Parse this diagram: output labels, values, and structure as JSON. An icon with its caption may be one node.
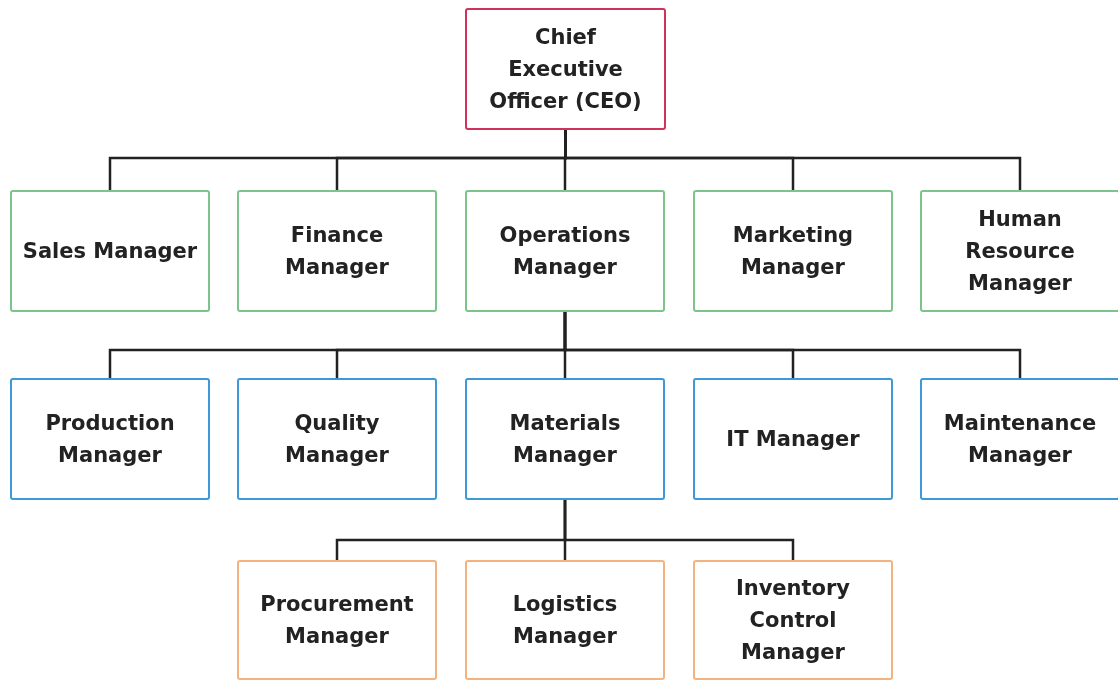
{
  "diagram": {
    "nodes": [
      {
        "text": [
          "Chief Executive Officer (CEO)"
        ]
      },
      {
        "text": [
          "Sales Manager"
        ]
      },
      {
        "text": [
          "Finance Manager"
        ]
      },
      {
        "text": [
          "Operations Manager"
        ]
      },
      {
        "text": [
          "Marketing Manager"
        ]
      },
      {
        "text": [
          "Human Resource Manager"
        ]
      },
      {
        "text": [
          "Production Manager"
        ]
      },
      {
        "text": [
          "Quality Manager"
        ]
      },
      {
        "text": [
          "Materials Manager"
        ]
      },
      {
        "text": [
          "IT Manager"
        ]
      },
      {
        "text": [
          "Maintenance Manager"
        ]
      },
      {
        "text": [
          "Procurement Manager"
        ]
      },
      {
        "text": [
          "Logistics Manager"
        ]
      },
      {
        "text": [
          "Inventory Control Manager"
        ]
      }
    ],
    "edges": [
      {
        "from": 0,
        "to": 1,
        "arrow": "none"
      },
      {
        "from": 0,
        "to": 2,
        "arrow": "none"
      },
      {
        "from": 0,
        "to": 3,
        "arrow": "none"
      },
      {
        "from": 0,
        "to": 4,
        "arrow": "none"
      },
      {
        "from": 0,
        "to": 5,
        "arrow": "none"
      },
      {
        "from": 3,
        "to": 6,
        "arrow": "none"
      },
      {
        "from": 3,
        "to": 7,
        "arrow": "none"
      },
      {
        "from": 3,
        "to": 8,
        "arrow": "none"
      },
      {
        "from": 3,
        "to": 9,
        "arrow": "none"
      },
      {
        "from": 3,
        "to": 10,
        "arrow": "none"
      },
      {
        "from": 8,
        "to": 11,
        "arrow": "none"
      },
      {
        "from": 8,
        "to": 12,
        "arrow": "none"
      },
      {
        "from": 8,
        "to": 13,
        "arrow": "none"
      }
    ]
  }
}
